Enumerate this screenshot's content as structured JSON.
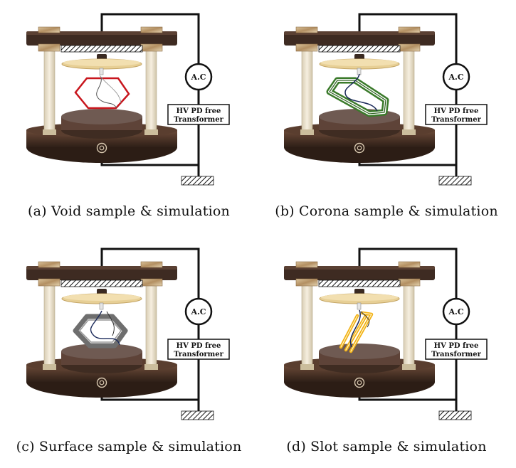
{
  "panels": [
    {
      "id": "a",
      "caption": "(a) Void sample & simulation",
      "sample": "void",
      "sample_color": "#c8161d"
    },
    {
      "id": "b",
      "caption": "(b) Corona sample & simulation",
      "sample": "corona",
      "sample_color": "#3a7a2a"
    },
    {
      "id": "c",
      "caption": "(c) Surface sample & simulation",
      "sample": "surface",
      "sample_color": "#6e6e6e"
    },
    {
      "id": "d",
      "caption": "(d) Slot sample & simulation",
      "sample": "slot",
      "sample_color": "#f1b012"
    }
  ],
  "source_label": "A.C",
  "transformer_label_line1": "HV PD free",
  "transformer_label_line2": "Transformer",
  "colors": {
    "wood_dark": "#3d2a20",
    "wood_mid": "#5a3d2f",
    "plate_light": "#f2dfb0",
    "pillar": "#efe6d2",
    "wire": "#111111",
    "conductor": "#1b2a5a"
  }
}
